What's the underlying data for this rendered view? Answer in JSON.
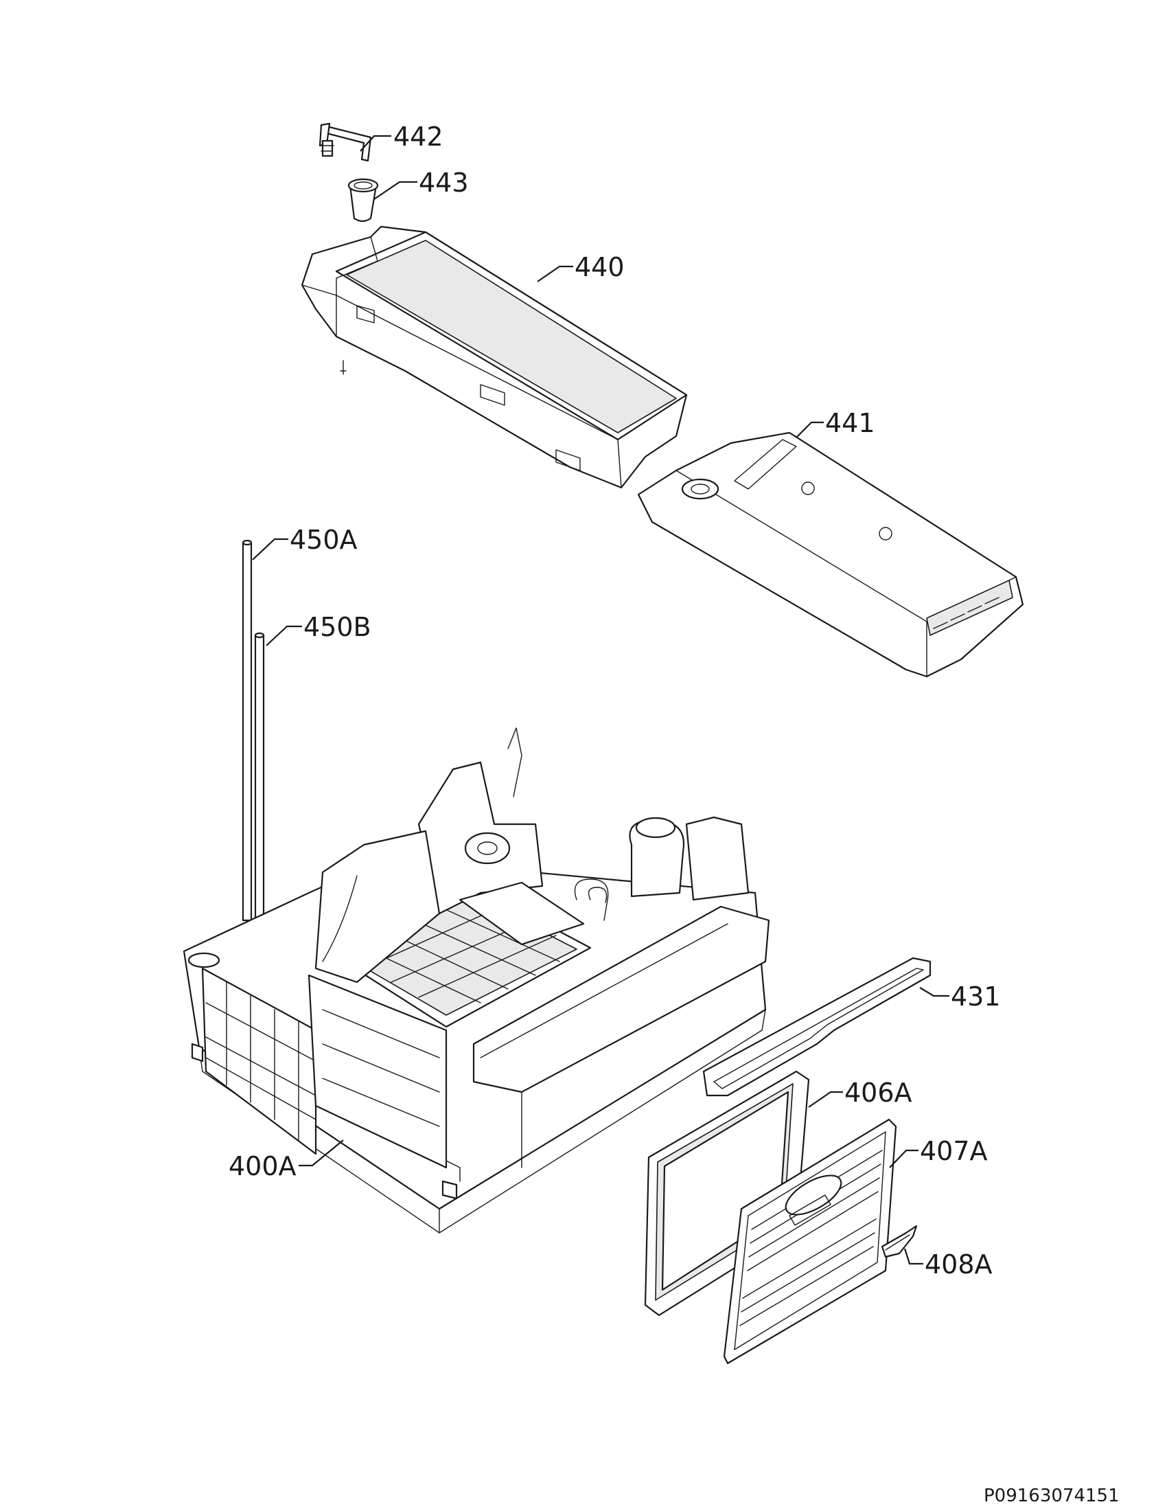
{
  "callouts": {
    "p442": "442",
    "p443": "443",
    "p440": "440",
    "p441": "441",
    "p450a": "450A",
    "p450b": "450B",
    "p431": "431",
    "p406a": "406A",
    "p400a": "400A",
    "p407a": "407A",
    "p408a": "408A"
  },
  "footer": {
    "reference": "P09163074151"
  }
}
